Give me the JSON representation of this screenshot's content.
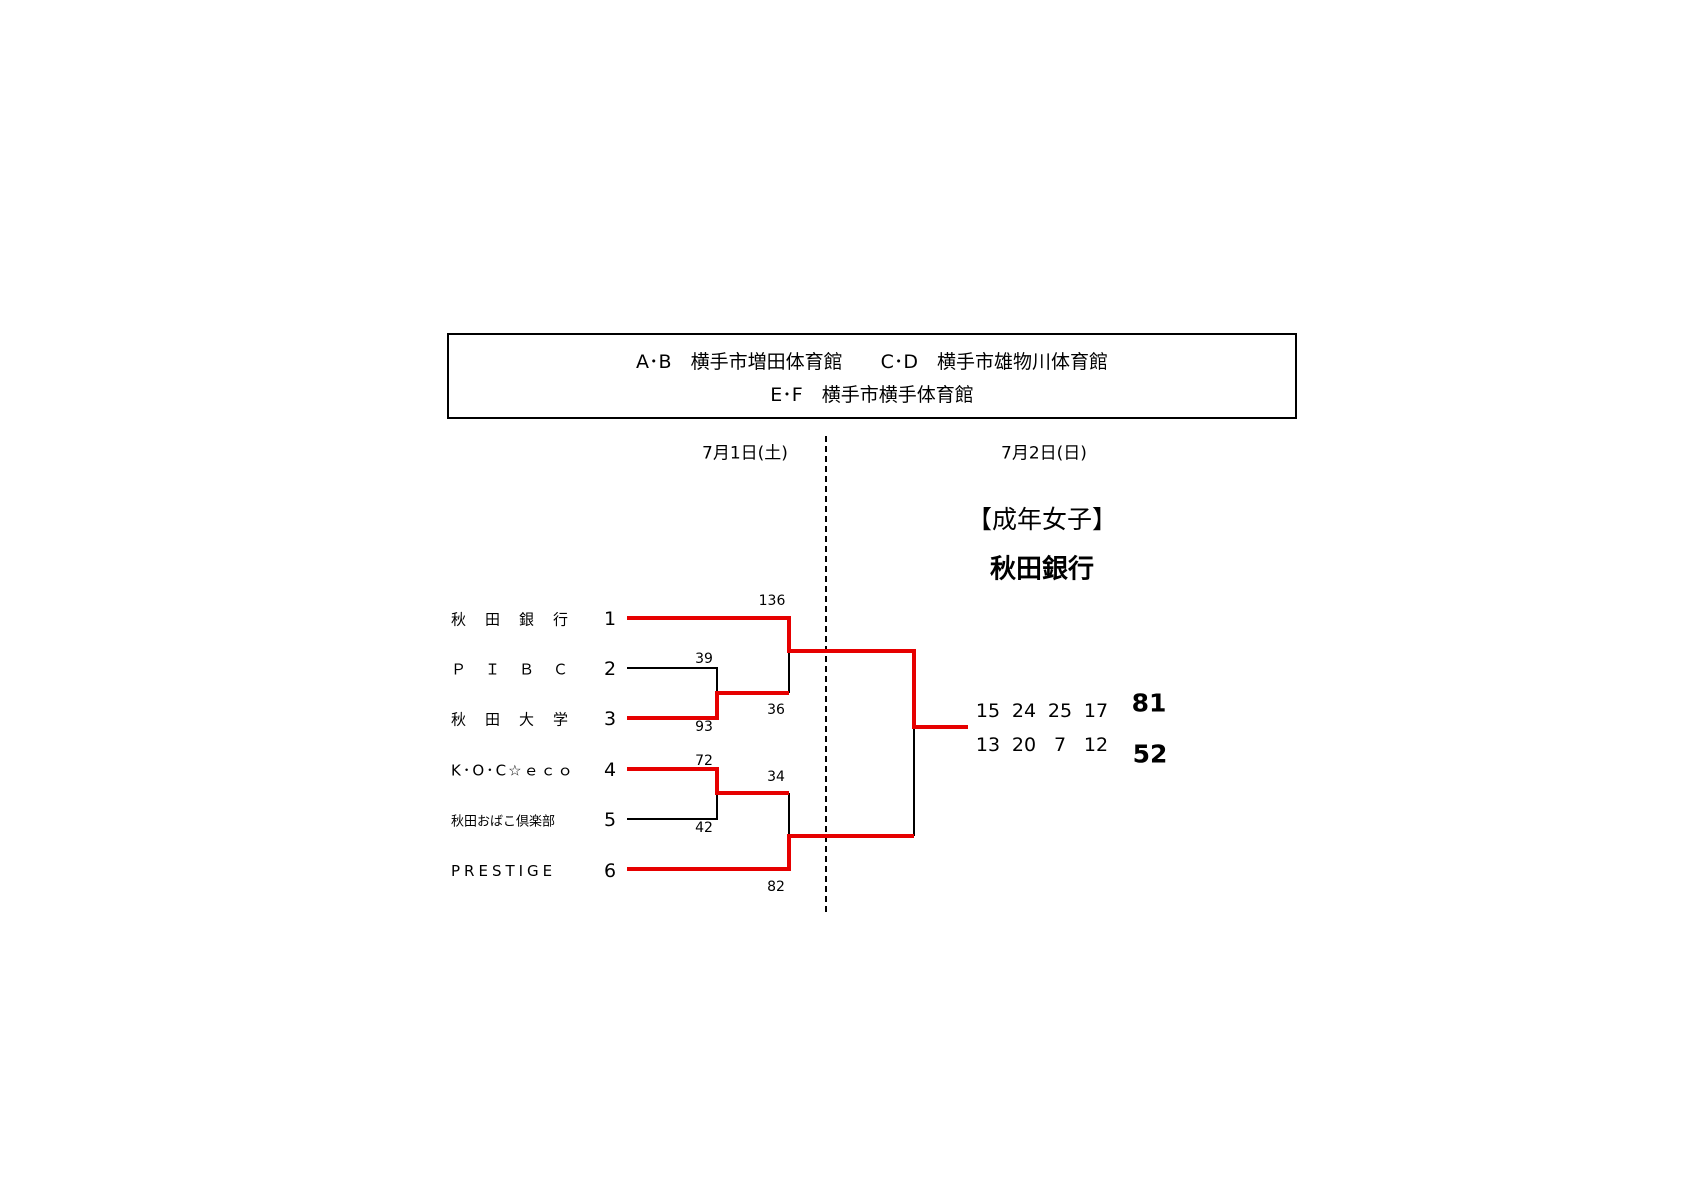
{
  "venues": {
    "line1": "A･B　横手市増田体育館　　C･D　横手市雄物川体育館",
    "line2": "E･F　横手市横手体育館"
  },
  "dates": {
    "day1": "7月1日(土)",
    "day2": "7月2日(日)"
  },
  "category": "【成年女子】",
  "champion": "秋田銀行",
  "teams": [
    {
      "name": "秋　田　銀　行",
      "seed": "1"
    },
    {
      "name": "Ｐ　Ｉ　Ｂ　Ｃ",
      "seed": "2"
    },
    {
      "name": "秋　田　大　学",
      "seed": "3"
    },
    {
      "name": "K･O･C☆ｅｃｏ",
      "seed": "4"
    },
    {
      "name": "秋田おばこ倶楽部",
      "seed": "5"
    },
    {
      "name": "PRESTIGE",
      "seed": "6"
    }
  ],
  "round1_scores": {
    "m1_top": "39",
    "m1_bottom": "93",
    "m2_top": "72",
    "m2_bottom": "42"
  },
  "round2_scores": {
    "m1_top": "136",
    "m1_bottom": "36",
    "m2_top": "34",
    "m2_bottom": "82"
  },
  "final": {
    "top_sets": [
      "15",
      "24",
      "25",
      "17"
    ],
    "top_total": "81",
    "bottom_sets": [
      "13",
      "20",
      "7",
      "12"
    ],
    "bottom_total": "52"
  },
  "colors": {
    "winner_line": "#e60000",
    "loser_line": "#000000"
  }
}
